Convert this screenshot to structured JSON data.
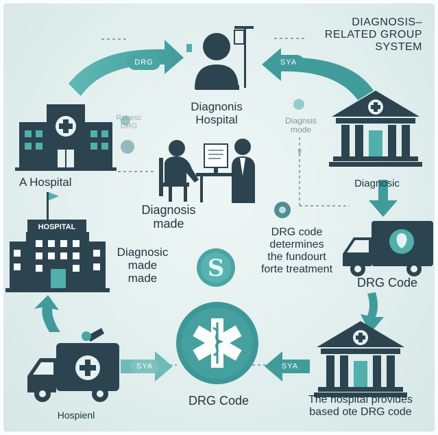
{
  "title": "DIAGNOSIS–\nRELATED GROUP\nSYSTEM",
  "labels": {
    "hospital_top": "Diagnonis\nHospital",
    "hospital_left": "A Hospital",
    "faded_left": "Rabesc\nDRG",
    "faded_right": "Diagnsis\nmode",
    "diagnosis_made": "Diagnosis\nmade",
    "diagnosic_right": "Diagnosic",
    "drg_code_determines": "DRG code\ndetermines\nthe fundourt\nforte treatment",
    "drg_code_right": "DRG Code",
    "diagnostic_left": "Diagnosic\nmade\nmade",
    "hospital_sign": "HOSPITAL",
    "drg_code_center": "DRG Code",
    "hospital_provides": "The hospital provides\nbased ote DRG code",
    "hospiel": "Hospienl"
  },
  "arrow_labels": {
    "top_left": "DRG",
    "top_right": "SYA",
    "bottom_left": "SYA",
    "bottom_right": "SYA"
  },
  "colors": {
    "teal": "#3f9c9a",
    "dark": "#2c4450",
    "text": "#1f3440",
    "background": "#e6f1f0"
  },
  "icons": [
    "hospital-icon",
    "person-at-iv-icon",
    "bank-hospital-icon",
    "doctor-consultation-icon",
    "hospital-building-icon",
    "s-coin-icon",
    "ambulance-truck-icon",
    "star-of-life-icon",
    "medical-shield-icon",
    "pill-icon"
  ]
}
